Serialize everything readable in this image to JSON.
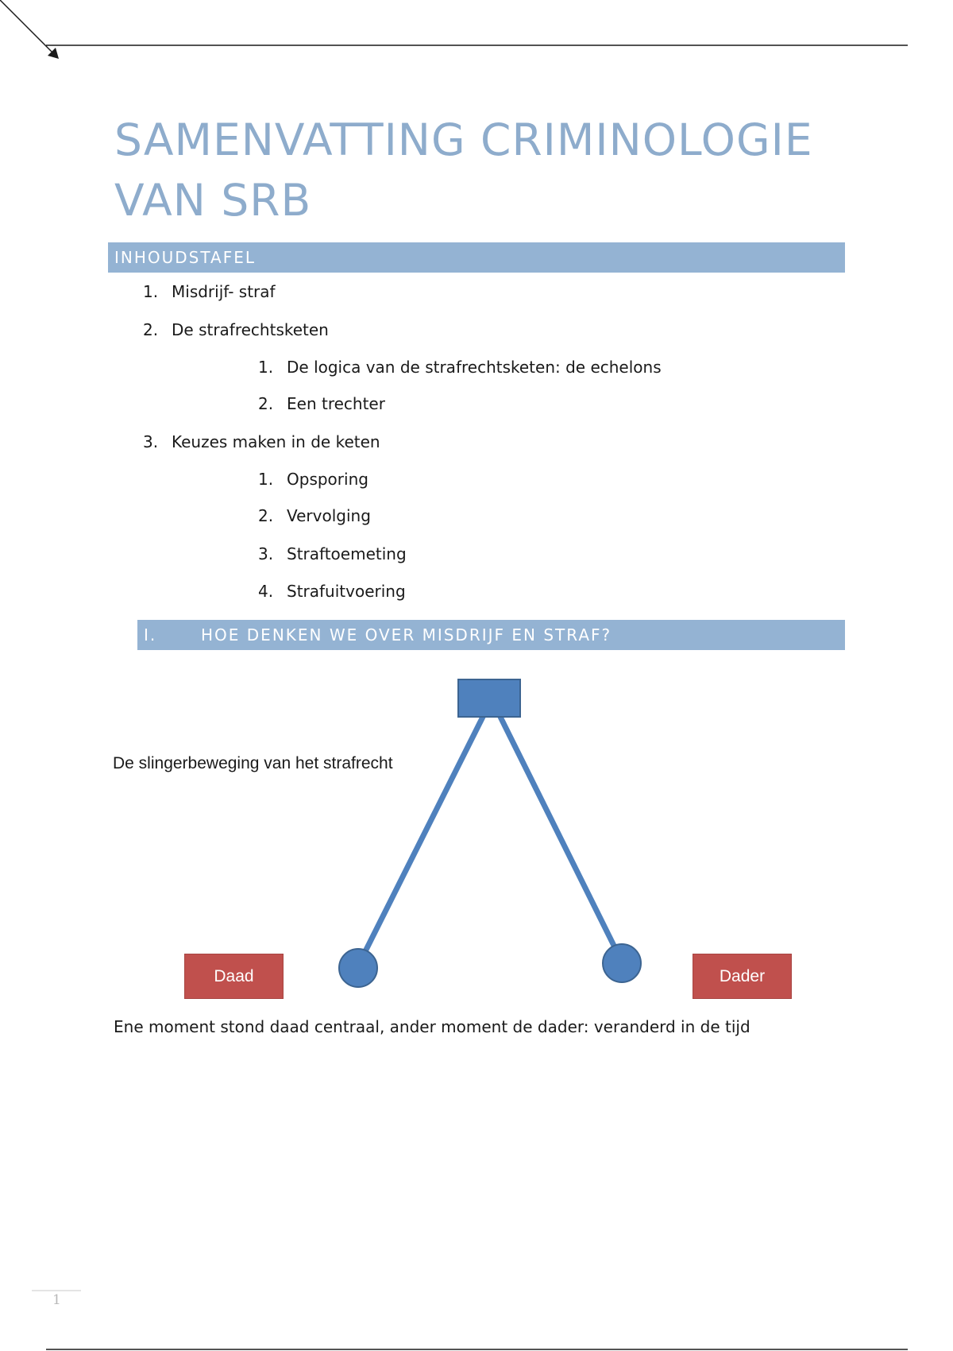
{
  "document": {
    "title": "SAMENVATTING CRIMINOLOGIE VAN SRB",
    "page_number": "1"
  },
  "toc": {
    "heading": "INHOUDSTAFEL",
    "items": [
      {
        "num": "1.",
        "label": "Misdrijf- straf",
        "level": 1
      },
      {
        "num": "2.",
        "label": "De strafrechtsketen",
        "level": 1
      },
      {
        "num": "1.",
        "label": "De logica van de strafrechtsketen: de echelons",
        "level": 2
      },
      {
        "num": "2.",
        "label": "Een trechter",
        "level": 2
      },
      {
        "num": "3.",
        "label": "Keuzes maken in de keten",
        "level": 1
      },
      {
        "num": "1.",
        "label": "Opsporing",
        "level": 2
      },
      {
        "num": "2.",
        "label": "Vervolging",
        "level": 2
      },
      {
        "num": "3.",
        "label": "Straftoemeting",
        "level": 2
      },
      {
        "num": "4.",
        "label": "Strafuitvoering",
        "level": 2
      }
    ]
  },
  "section": {
    "number": "I.",
    "heading": "HOE DENKEN WE OVER MISDRIJF EN STRAF?"
  },
  "diagram": {
    "caption": "De slingerbeweging van het strafrecht",
    "left_label": "Daad",
    "right_label": "Dader",
    "colors": {
      "pendulum": "#4f81bd",
      "labels": "#c0504d"
    }
  },
  "body": {
    "text": "Ene moment stond daad centraal, ander moment de dader: veranderd in de tijd"
  }
}
